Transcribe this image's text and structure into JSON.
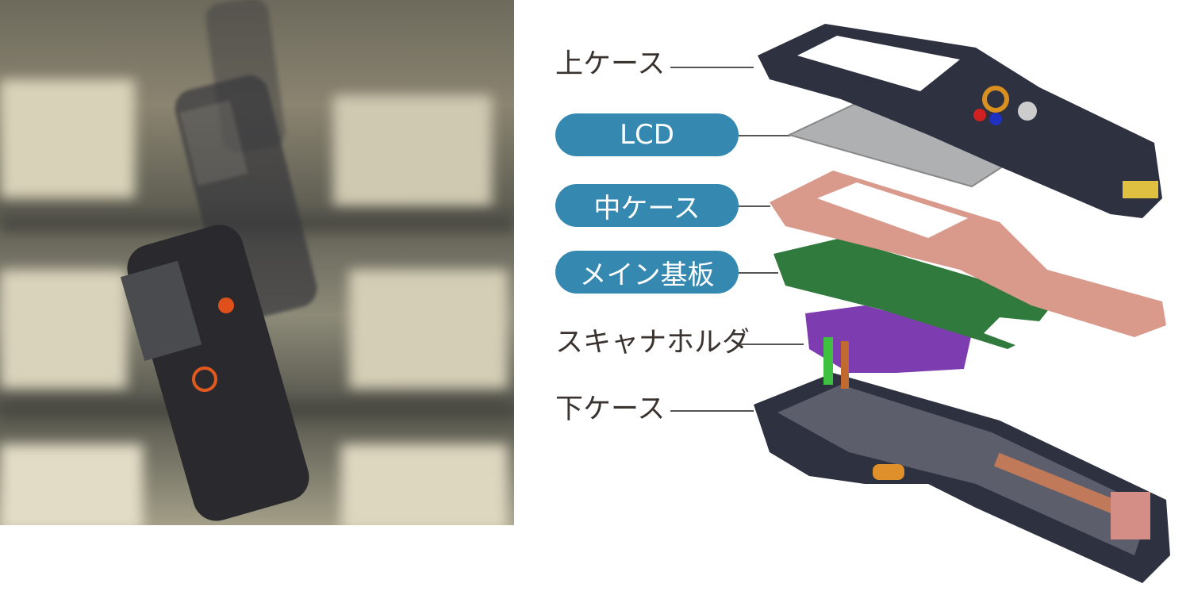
{
  "labels": {
    "upper_case": "上ケース",
    "lcd": "LCD",
    "middle_case": "中ケース",
    "main_board": "メイン基板",
    "scanner_holder": "スキャナホルダ",
    "lower_case": "下ケース"
  },
  "colors": {
    "pill": "#3588b0",
    "label_text": "#3a3330",
    "middle_case": "#d99a8c",
    "main_board": "#2f7a3c",
    "scanner_holder": "#7d3cb0",
    "case_dark": "#2e3140"
  }
}
